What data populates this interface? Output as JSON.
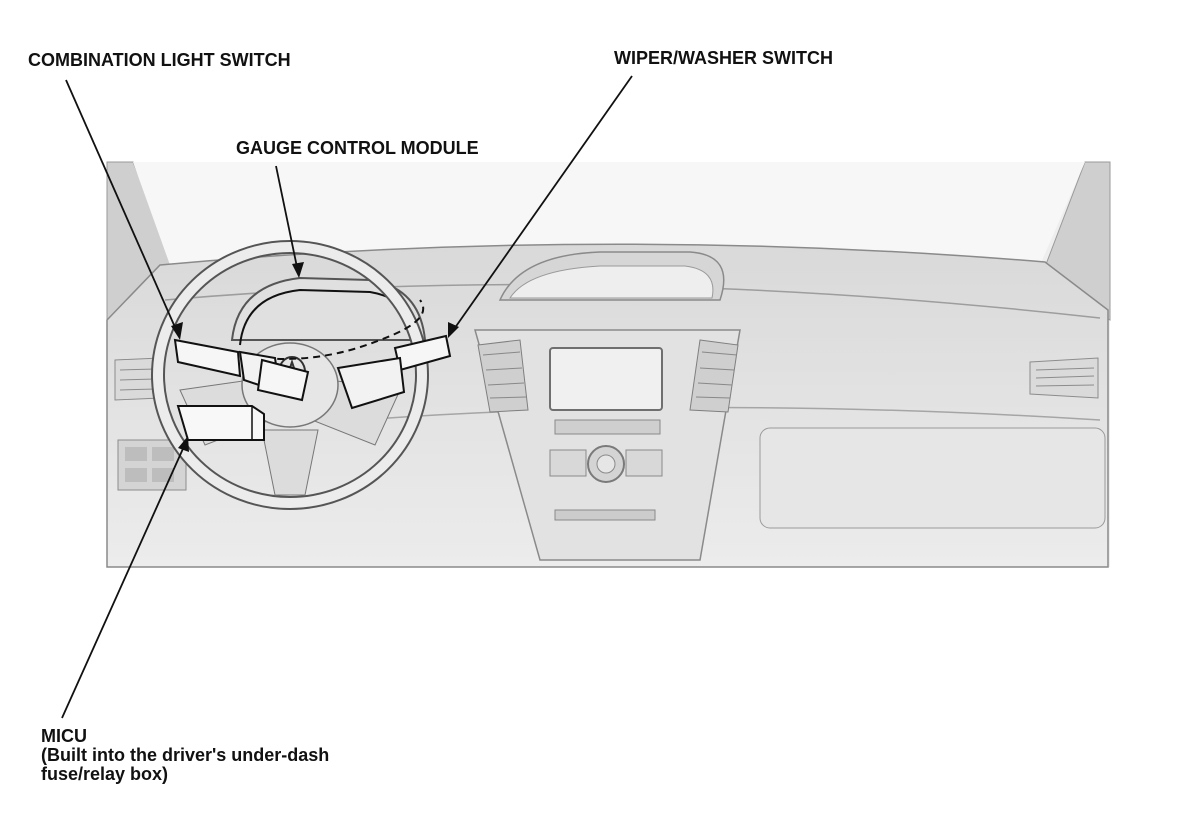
{
  "callouts": {
    "combination_light_switch": "COMBINATION LIGHT SWITCH",
    "wiper_washer_switch": "WIPER/WASHER SWITCH",
    "gauge_control_module": "GAUGE CONTROL MODULE",
    "micu": {
      "title": "MICU",
      "note_line1": "(Built into the driver's under-dash",
      "note_line2": "fuse/relay box)"
    }
  },
  "colors": {
    "line": "#111111",
    "dash_fill": "#e4e4e4",
    "dash_stroke": "#8a8a8a",
    "highlight": "#f4f4f4"
  }
}
